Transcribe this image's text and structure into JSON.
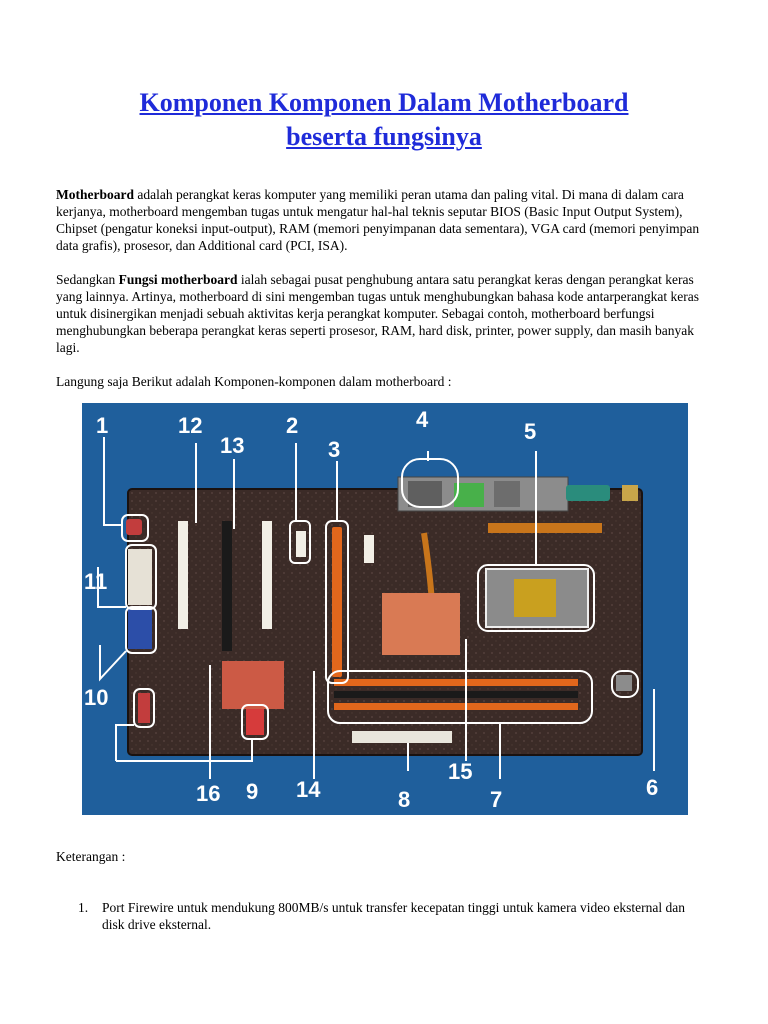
{
  "title_line1": "Komponen Komponen Dalam Motherboard",
  "title_line2": "beserta fungsinya",
  "p1": {
    "bold": "Motherboard",
    "text": " adalah perangkat keras komputer yang memiliki peran utama dan paling vital. Di mana di dalam cara kerjanya, motherboard mengemban tugas untuk mengatur hal-hal teknis seputar BIOS (Basic Input Output System), Chipset (pengatur koneksi input-output), RAM (memori penyimpanan data sementara), VGA card (memori penyimpan data grafis), prosesor, dan Additional card (PCI, ISA)."
  },
  "p2": {
    "pre": "Sedangkan ",
    "bold": "Fungsi motherboard",
    "text": " ialah sebagai pusat penghubung antara satu perangkat keras dengan perangkat keras yang lainnya. Artinya, motherboard di sini mengemban tugas untuk menghubungkan bahasa kode antarperangkat keras untuk disinergikan menjadi sebuah aktivitas kerja perangkat komputer. Sebagai contoh, motherboard berfungsi menghubungkan beberapa perangkat keras seperti prosesor, RAM, hard disk, printer, power supply, dan masih banyak lagi."
  },
  "p3": "Langung saja Berikut adalah Komponen-komponen dalam motherboard :",
  "figure_labels": {
    "l1": "1",
    "l2": "2",
    "l3": "3",
    "l4": "4",
    "l5": "5",
    "l6": "6",
    "l7": "7",
    "l8": "8",
    "l9": "9",
    "l10": "10",
    "l11": "11",
    "l12": "12",
    "l13": "13",
    "l14": "14",
    "l15": "15",
    "l16": "16"
  },
  "keterangan": "Keterangan :",
  "list": [
    {
      "num": "1.",
      "text": "Port Firewire untuk mendukung 800MB/s untuk transfer kecepatan tinggi untuk kamera video eksternal dan disk drive eksternal."
    }
  ],
  "colors": {
    "title": "#1f2bd9",
    "figure_bg": "#1f5f9c",
    "board": "#3a2a26",
    "pcie": "#e2671c"
  }
}
